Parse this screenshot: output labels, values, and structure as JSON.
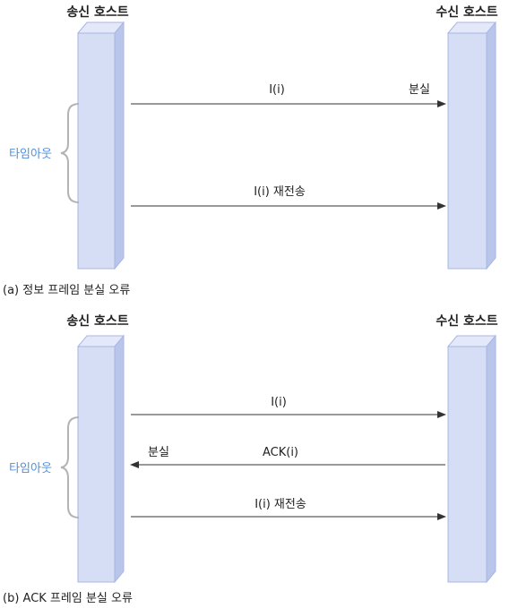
{
  "colors": {
    "host_front": "#d6def6",
    "host_side": "#b9c5ea",
    "host_top": "#e4e9fa",
    "host_stroke": "#a7b6e3",
    "arrow": "#333333",
    "brace": "#b3b3b3",
    "timeout_text": "#4a90e2"
  },
  "panel_a": {
    "sender": "송신 호스트",
    "receiver": "수신 호스트",
    "msg1": "I(i)",
    "loss": "분실",
    "msg2": "I(i) 재전송",
    "timeout": "타임아웃",
    "caption": "(a) 정보 프레임 분실 오류"
  },
  "panel_b": {
    "sender": "송신 호스트",
    "receiver": "수신 호스트",
    "msg1": "I(i)",
    "loss": "분실",
    "ack": "ACK(i)",
    "msg2": "I(i) 재전송",
    "timeout": "타임아웃",
    "caption": "(b) ACK 프레임 분실 오류"
  }
}
